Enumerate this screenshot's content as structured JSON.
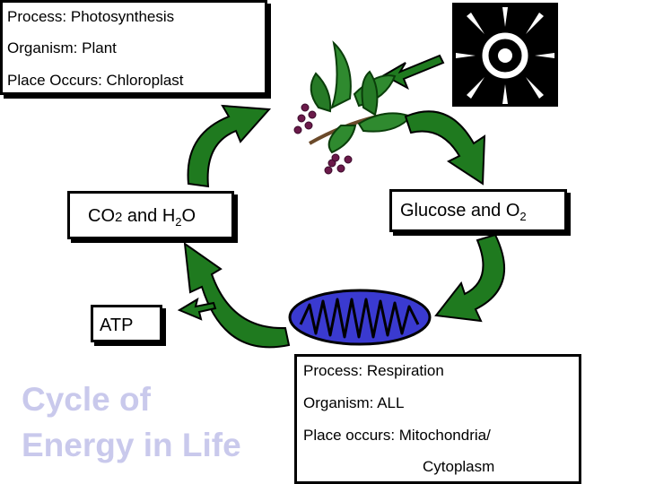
{
  "photosynthesis": {
    "process": "Process: Photosynthesis",
    "organism": "Organism: Plant",
    "place": "Place Occurs: Chloroplast"
  },
  "reactants": {
    "text_a": "CO",
    "sub_a": "2",
    "text_b": " and H",
    "sub_b": "2",
    "text_c": "O"
  },
  "products": {
    "text_a": "Glucose and O",
    "sub_a": "2"
  },
  "atp": {
    "label": "ATP"
  },
  "respiration": {
    "process": "Process: Respiration",
    "organism": "Organism: ALL",
    "place": "Place occurs: Mitochondria/",
    "place_cont": "Cytoplasm"
  },
  "title": {
    "line1": "Cycle of",
    "line2": "Energy in Life"
  },
  "colors": {
    "arrow_green": "#1f7a1f",
    "mitochondrion_blue": "#3a3ad0",
    "title_lavender": "#c9c9ec",
    "berry": "#6b1a4a"
  },
  "icons": [
    "sun-icon",
    "plant-icon",
    "mitochondrion-icon",
    "arrow-icon"
  ]
}
